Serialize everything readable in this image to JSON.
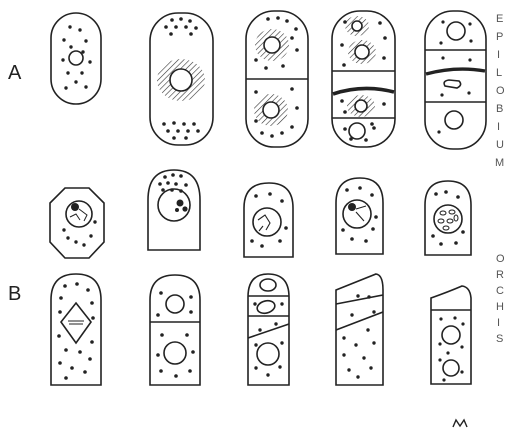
{
  "labels": {
    "row_a": "A",
    "row_b": "B",
    "side_top": [
      "E",
      "P",
      "I",
      "L",
      "O",
      "B",
      "I",
      "U",
      "M"
    ],
    "side_bottom": [
      "O",
      "R",
      "C",
      "H",
      "I",
      "S"
    ]
  }
}
